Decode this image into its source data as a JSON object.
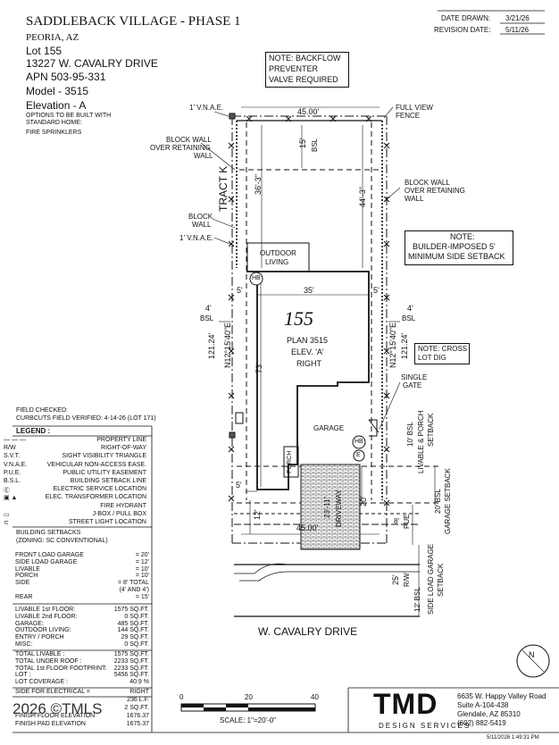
{
  "header": {
    "project": "SADDLEBACK VILLAGE - PHASE 1",
    "city": "PEORIA, AZ",
    "lot": "Lot  155",
    "address": "13227 W. CAVALRY DRIVE",
    "apn": "APN 503-95-331",
    "model": "Model - 3515",
    "elevation": "Elevation - A",
    "options_note_1": "OPTIONS TO BE BUILT WITH",
    "options_note_2": "STANDARD HOME:",
    "options_note_3": "FIRE  SPRINKLERS"
  },
  "dates": {
    "drawn_label": "DATE DRAWN:",
    "drawn_value": "3/21/26",
    "revision_label": "REVISION DATE:",
    "revision_value": "5/11/26"
  },
  "notes": {
    "backflow_1": "NOTE: BACKFLOW",
    "backflow_2": "PREVENTER",
    "backflow_3": "VALVE REQUIRED",
    "setback_1": "NOTE:",
    "setback_2": "BUILDER-IMPOSED 5'",
    "setback_3": "MINIMUM SIDE SETBACK",
    "cross_1": "NOTE: CROSS",
    "cross_2": "LOT DIG"
  },
  "plan_labels": {
    "vnae_top": "1' V.N.A.E.",
    "width_top": "45.00'",
    "full_view_1": "FULL VIEW",
    "full_view_2": "FENCE",
    "block_wall_left_1": "BLOCK WALL",
    "block_wall_left_2": "OVER RETAINING",
    "block_wall_left_3": "WALL",
    "block_wall_right_1": "BLOCK WALL",
    "block_wall_right_2": "OVER RETAINING",
    "block_wall_right_3": "WALL",
    "tract": "TRACT K",
    "dim_36": "36'-3\"",
    "dim_15": "15'",
    "bsl_rear": "BSL",
    "dim_44": "44'-3\"",
    "block_wall_1": "BLOCK",
    "block_wall_2": "WALL",
    "vnae_left": "1' V.N.A.E.",
    "outdoor_1": "OUTDOOR",
    "outdoor_2": "LIVING",
    "hb": "HB",
    "dim_5_left": "5'",
    "dim_35": "35'",
    "dim_5_right": "5'",
    "dim_4_left": "4'",
    "bsl_left": "BSL",
    "dim_4_right": "4'",
    "bsl_right": "BSL",
    "lot_number": "155",
    "plan_1": "PLAN 3515",
    "plan_2": "ELEV. 'A'",
    "plan_3": "RIGHT",
    "dist_left": "121.24'",
    "bearing_left": "N12°15'40\"E",
    "bearing_right": "N12°15'40\"E",
    "dist_right": "121.24'",
    "dim_73": "73'",
    "single_1": "SINGLE",
    "single_2": "GATE",
    "garage": "GARAGE",
    "hb2": "HB",
    "e_symbol": "E",
    "porch": "PORCH",
    "dim_5_front": "5'",
    "dim_12": "12'",
    "dim_23": "23'-11\"",
    "driveway": "DRIVEWAY",
    "dim_20": "20'",
    "bsl_10": "10' BSL",
    "livable_setback_1": "LIVABLE & PORCH",
    "livable_setback_2": "SETBACK",
    "bsl_20": "20' BSL",
    "garage_setback": "GARAGE SETBACK",
    "dim_8": "8'",
    "pue": "PUE",
    "width_bottom": "45.00'",
    "dim_25": "25'",
    "rw": "R/W",
    "bsl_12": "12' BSL",
    "side_load_1": "SIDE LOAD GARAGE",
    "side_load_2": "SETBACK",
    "street": "W. CAVALRY DRIVE"
  },
  "field_checked": {
    "line_1": "FIELD CHECKED:",
    "line_2": "CURBCUTS FIELD VERIFIED: 4-14-26 (LOT 171)"
  },
  "legend": {
    "title": "LEGEND :",
    "items": [
      {
        "sym": "— — —",
        "label": "PROPERTY LINE"
      },
      {
        "sym": "R/W",
        "label": "RIGHT-OF-WAY"
      },
      {
        "sym": "S.V.T.",
        "label": "SIGHT VISIBILITY TRIANGLE"
      },
      {
        "sym": "V.N.A.E.",
        "label": "VEHICULAR NON-ACCESS EASE."
      },
      {
        "sym": "P.U.E.",
        "label": "PUBLIC UTILITY EASEMENT"
      },
      {
        "sym": "B.S.L.",
        "label": "BUILDING SETBACK LINE"
      },
      {
        "sym": "Ⓔ",
        "label": "ELECTRIC SERVICE LOCATION"
      },
      {
        "sym": "▣ ▲",
        "label": "ELEC. TRANSFORMER LOCATION"
      },
      {
        "sym": "",
        "label": "FIRE HYDRANT"
      },
      {
        "sym": "▭",
        "label": "J-BOX / PULL BOX"
      },
      {
        "sym": "⊂",
        "label": "STREET LIGHT LOCATION"
      }
    ]
  },
  "setbacks": {
    "title_1": "BUILDING SETBACKS",
    "title_2": "(ZONING: SC CONVENTIONAL)",
    "rows": [
      {
        "label": "FRONT LOAD GARAGE",
        "value": "= 20'"
      },
      {
        "label": "SIDE LOAD GARAGE",
        "value": "= 12'"
      },
      {
        "label": "LIVABLE",
        "value": "= 10'"
      },
      {
        "label": "PORCH",
        "value": "= 10'"
      },
      {
        "label": "SIDE",
        "value": "= 8' TOTAL"
      },
      {
        "label": "",
        "value": "(4' AND 4')"
      },
      {
        "label": "REAR",
        "value": "= 15'"
      }
    ]
  },
  "areas": {
    "rows": [
      {
        "label": "LIVABLE 1st FLOOR:",
        "value": "1575  SQ.FT."
      },
      {
        "label": "LIVABLE 2nd FLOOR:",
        "value": "0  SQ.FT."
      },
      {
        "label": "GARAGE:",
        "value": "485  SQ.FT."
      },
      {
        "label": "OUTDOOR LIVING:",
        "value": "144  SQ.FT."
      },
      {
        "label": "ENTRY / PORCH",
        "value": "29  SQ.FT."
      },
      {
        "label": "MISC:",
        "value": "0  SQ.FT."
      }
    ]
  },
  "totals": {
    "rows": [
      {
        "label": "TOTAL LIVABLE :",
        "value": "1575  SQ.FT."
      },
      {
        "label": "TOTAL UNDER ROOF :",
        "value": "2233  SQ.FT."
      },
      {
        "label": "TOTAL 1st FLOOR FOOTPRINT:",
        "value": "2233  SQ.FT."
      },
      {
        "label": "LOT :",
        "value": "5456  SQ.FT."
      },
      {
        "label": "LOT COVERAGE :",
        "value": "40.9 %"
      }
    ]
  },
  "electrical": {
    "rows": [
      {
        "label": "SIDE FOR ELECTRICAL =",
        "value": "RIGHT"
      },
      {
        "label": "",
        "value": "236  L.F."
      },
      {
        "label": "",
        "value": "2  SQ.FT."
      },
      {
        "label": "FINISH FLOOR ELEVATION",
        "value": "1676.37"
      },
      {
        "label": "FINISH PAD ELEVATION",
        "value": "1675.37"
      }
    ]
  },
  "watermark": "2026 ©TMLS",
  "scale": {
    "ticks": [
      "0",
      "20",
      "40"
    ],
    "label": "SCALE:  1\"=20'-0\""
  },
  "company": {
    "logo": "TMD",
    "tagline": "DESIGN SERVICES",
    "addr_1": "6635 W. Happy Valley Road",
    "addr_2": "Suite A-104-438",
    "addr_3": "Glendale, AZ 85310",
    "phone": "(602) 882-5419"
  },
  "timestamp": "5/11/2026 1:49:31 PM",
  "north_label": "N"
}
